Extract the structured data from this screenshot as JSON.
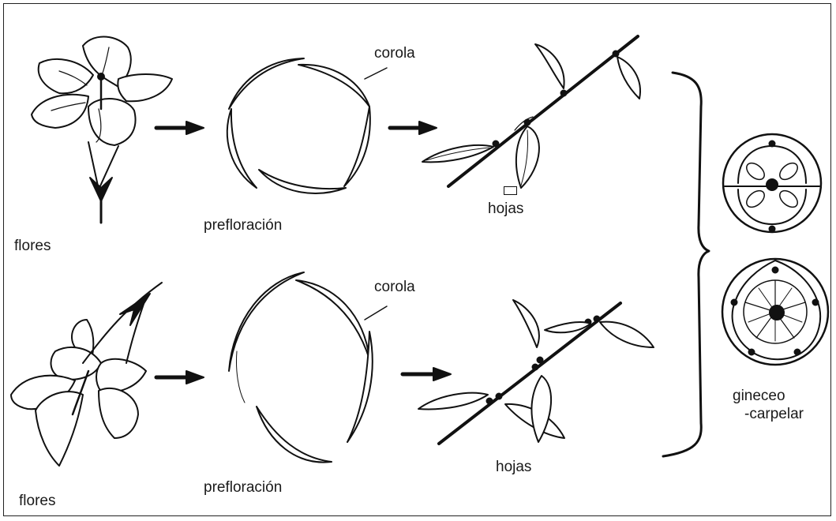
{
  "labels": {
    "top": {
      "flowers": "flores",
      "aestivation": "prefloración",
      "corolla": "corola",
      "leaves": "hojas"
    },
    "bottom": {
      "flowers": "flores",
      "aestivation": "prefloración",
      "corolla": "corola",
      "leaves": "hojas"
    },
    "gynoecium_line1": "gineceo",
    "gynoecium_line2": "-carpelar"
  }
}
